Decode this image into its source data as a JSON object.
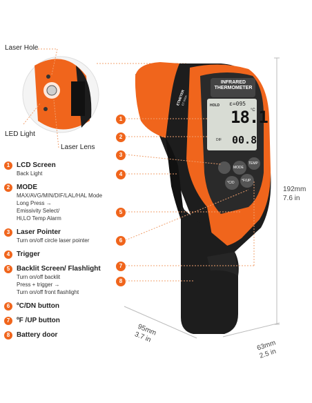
{
  "callouts": {
    "laser_hole": "Laser Hole",
    "led_light": "LED Light",
    "laser_lens": "Laser Lens"
  },
  "legend": [
    {
      "num": "1",
      "title": "LCD Screen",
      "lines": [
        "Back Light"
      ]
    },
    {
      "num": "2",
      "title": "MODE",
      "lines": [
        "MAX/AVG/MIN/DIF/LAL/HAL Mode",
        "Long Press →",
        "Emissivity Select/",
        "Hi,LO Temp Alarm"
      ]
    },
    {
      "num": "3",
      "title": "Laser Pointer",
      "lines": [
        "Turn on/off circle laser pointer"
      ]
    },
    {
      "num": "4",
      "title": "Trigger",
      "lines": []
    },
    {
      "num": "5",
      "title": "Backlit Screen/ Flashlight",
      "lines": [
        "Turn on/off backlit",
        "Press + trigger →",
        "Turn on/off front flashlight"
      ]
    },
    {
      "num": "6",
      "title": "ºC/DN button",
      "lines": []
    },
    {
      "num": "7",
      "title": "ºF /UP button",
      "lines": []
    },
    {
      "num": "8",
      "title": "Battery door",
      "lines": []
    }
  ],
  "device": {
    "label_line1": "INFRARED",
    "label_line2": "THERMOMETER",
    "hold": "HOLD",
    "emissivity": "ε=095",
    "main_reading": "18.1",
    "unit": "°C",
    "dif": "DIF",
    "sub_reading": "00.8",
    "btn_mode": "MODE",
    "btn_temp": "TEMP",
    "btn_c": "°C/D",
    "btn_f": "°F/UP",
    "brand": "ETMETER",
    "model": "ET-900A"
  },
  "markers": [
    "1",
    "2",
    "3",
    "4",
    "5",
    "6",
    "7",
    "8"
  ],
  "dimensions": {
    "height_mm": "192mm",
    "height_in": "7.6 in",
    "width_mm": "95mm",
    "width_in": "3.7 in",
    "depth_mm": "63mm",
    "depth_in": "2.5 in"
  },
  "colors": {
    "accent": "#f0651c",
    "body": "#1d1d1d"
  }
}
